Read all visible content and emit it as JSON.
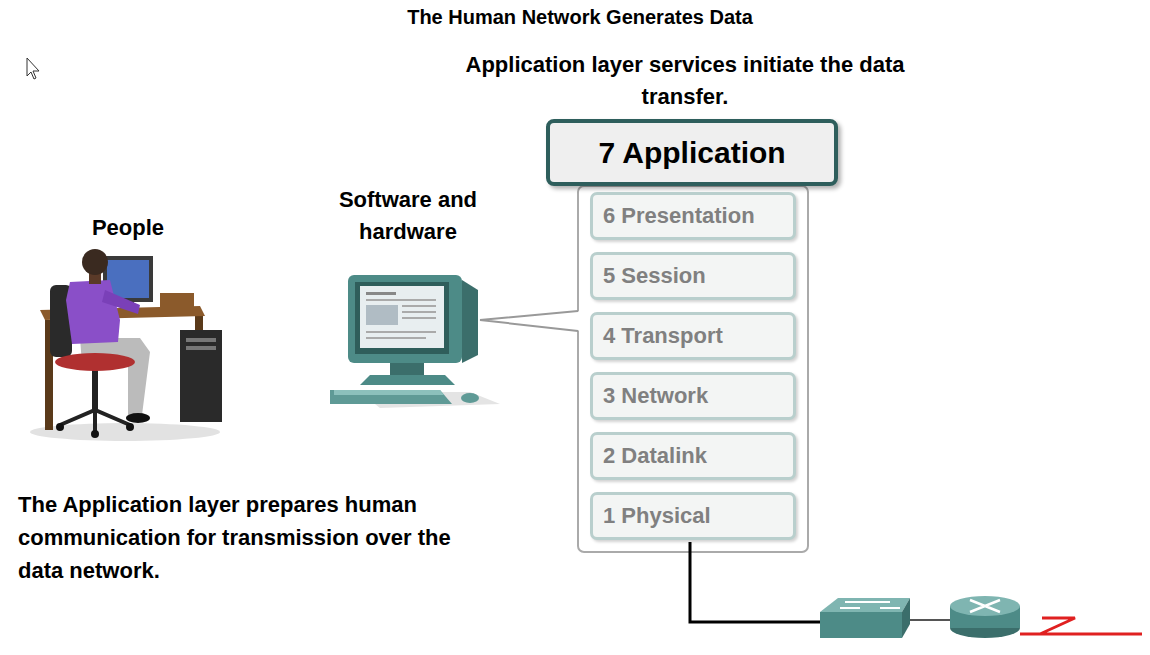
{
  "diagram": {
    "title": "The Human Network Generates Data",
    "nodes": [
      {
        "text": [
          "7 Application"
        ]
      },
      {
        "text": [
          "6 Presentation"
        ]
      },
      {
        "text": [
          "5 Session"
        ]
      },
      {
        "text": [
          "4 Transport"
        ]
      },
      {
        "text": [
          "3 Network"
        ]
      },
      {
        "text": [
          "2 Datalink"
        ]
      },
      {
        "text": [
          "1 Physical"
        ]
      }
    ],
    "labels": [
      "Application layer services initiate the data transfer.",
      "People",
      "Software and hardware",
      "The Application layer prepares human communication for transmission over the data network."
    ]
  }
}
